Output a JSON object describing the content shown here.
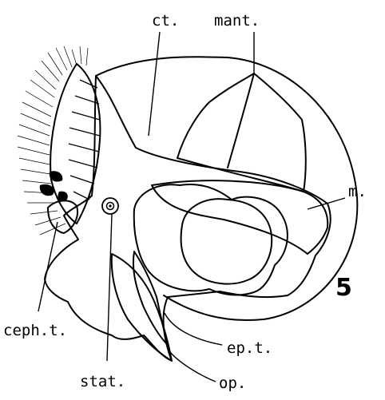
{
  "labels": {
    "ct": "ct.",
    "mant": "mant.",
    "m": "m.",
    "ceph_t": "ceph.t.",
    "ep_t": "ep.t.",
    "stat": "stat.",
    "op": "op."
  },
  "figure_number": "5"
}
